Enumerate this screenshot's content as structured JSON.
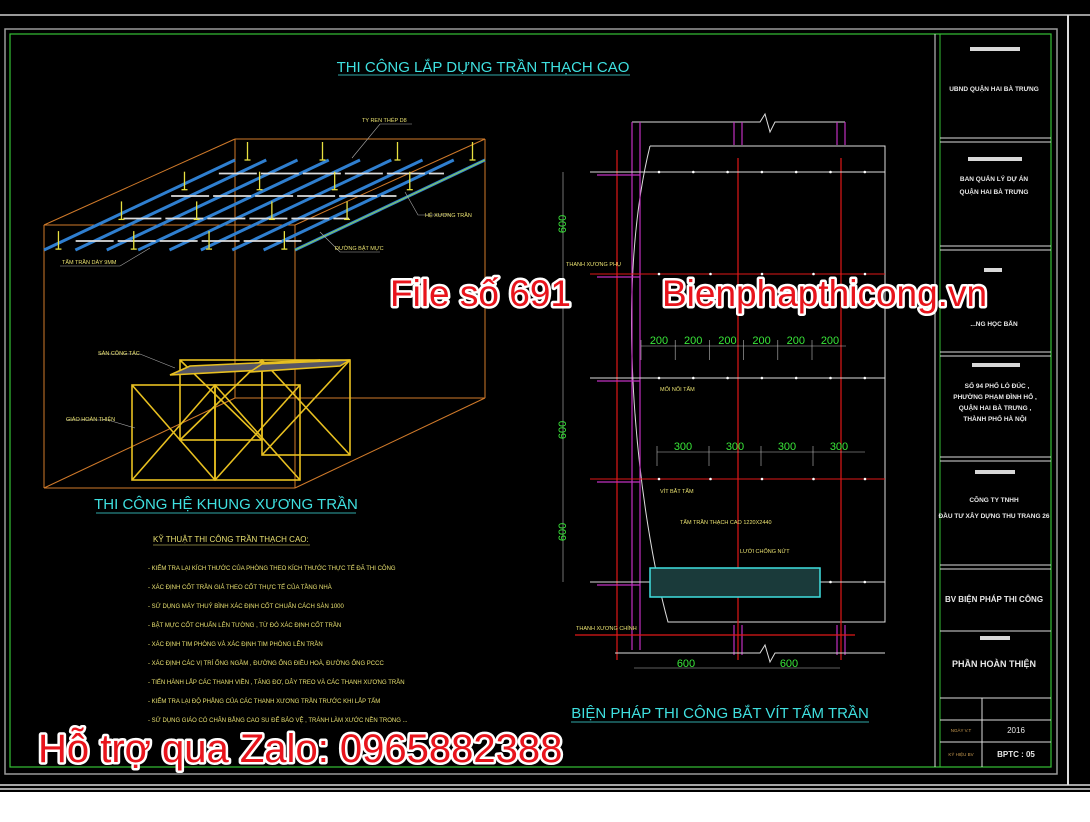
{
  "colors": {
    "background": "#000000",
    "frame": "#9a9a9a",
    "border": "#36c236",
    "title": "#3fe0e0",
    "label": "#e8e070",
    "dimension": "#39e639",
    "box": "#d07a2a",
    "scaffold": "#e8c020",
    "ceiling_bar": "#2f7fd0",
    "main_rail": "#e01818",
    "hanger": "#c030c0",
    "watermark": "#e8141c"
  },
  "left_drawing": {
    "top_title": "THI CÔNG LẮP DỰNG TRẦN THẠCH CAO",
    "labels": {
      "hanger_rod": "TY REN THÉP D8",
      "ceiling_frame": "HỆ XƯƠNG TRẦN",
      "ink_line": "ĐƯỜNG BẬT MỰC",
      "ceiling_board": "TẤM TRẦN DÀY 9MM",
      "work_platform": "SÀN CÔNG TÁC",
      "finishing_scaffold": "GIÁO HOÀN THIỆN"
    },
    "subtitle": "THI CÔNG HỆ KHUNG XƯƠNG TRẦN",
    "notes_heading": "KỸ THUẬT THI CÔNG TRẦN THẠCH CAO:",
    "notes": [
      "- KIỂM TRA LẠI KÍCH THƯỚC CỦA PHÒNG THEO KÍCH THƯỚC THỰC TẾ ĐÃ THI CÔNG",
      "- XÁC ĐỊNH CỐT TRẦN GIẢ THEO CỐT THỰC TẾ CỦA TẦNG NHÀ",
      "- SỬ DỤNG MÁY THUỶ BÌNH XÁC ĐỊNH CỐT CHUẨN CÁCH SÀN 1000",
      "- BẬT MỰC CỐT CHUẨN LÊN TƯỜNG , TỪ ĐÓ XÁC ĐỊNH CỐT TRẦN",
      "- XÁC ĐỊNH TIM PHÒNG VÀ XÁC ĐỊNH TIM PHÒNG LÊN TRẦN",
      "- XÁC ĐỊNH CÁC VỊ TRÍ ỐNG NGẦM , ĐƯỜNG ỐNG ĐIỀU HOÀ, ĐƯỜNG ỐNG PCCC",
      "- TIẾN HÀNH LẮP CÁC THANH VIỀN , TĂNG ĐƠ, DÂY TREO VÀ CÁC THANH XƯƠNG TRẦN",
      "- KIỂM TRA LẠI ĐỘ PHẲNG CỦA CÁC THANH XƯƠNG TRẦN TRƯỚC KHI LẮP TẤM",
      "- SỬ DỤNG GIÁO CÓ CHÂN BẰNG CAO SU ĐỂ BẢO VỆ , TRÁNH LÀM XƯỚC NỀN TRONG ..."
    ]
  },
  "right_drawing": {
    "labels": {
      "secondary_rail": "THANH XƯƠNG PHỤ",
      "board_joint": "MỐI NỐI TẤM",
      "board_screw": "VÍT BẮT TẤM",
      "gypsum_board": "TẤM TRẦN THẠCH CAO 1220X2440",
      "anti_crack_mesh": "LƯỚI CHỐNG NỨT",
      "main_rail": "THANH XƯƠNG CHÍNH"
    },
    "vertical_dims": [
      "600",
      "600",
      "600"
    ],
    "screw_spacing_dims": [
      "200",
      "200",
      "200",
      "200",
      "200",
      "200"
    ],
    "joint_spacing_dims": [
      "300",
      "300",
      "300",
      "300"
    ],
    "bottom_dims": [
      "600",
      "600"
    ],
    "title": "BIỆN PHÁP THI CÔNG BẮT VÍT TẤM TRẦN"
  },
  "title_block": {
    "owner": "UBND QUẬN HAI BÀ TRƯNG",
    "project_manager": [
      "BAN QUẢN LÝ DỰ ÁN",
      "QUẬN HAI BÀ TRƯNG"
    ],
    "project_partial": "...NG HỌC BẮN",
    "address": [
      "SỐ 94 PHỐ LÒ ĐÚC ,",
      "PHƯỜNG PHẠM ĐÌNH HỔ ,",
      "QUẬN HAI BÀ TRƯNG ,",
      "THÀNH PHỐ HÀ NỘI"
    ],
    "contractor": [
      "CÔNG TY TNHH",
      "ĐẦU TƯ XÂY DỰNG THU TRANG 26"
    ],
    "drawing_name": "BV BIỆN PHÁP THI CÔNG",
    "section": "PHẦN HOÀN THIỆN",
    "date_label": "NGÀY V.T",
    "date_value": "2016",
    "sheet_label": "KÝ HIỆU BV",
    "sheet_value": "BPTC : 05"
  },
  "watermarks": {
    "file": "File số 691",
    "site": "Bienphapthicong.vn",
    "support": "Hỗ trợ qua Zalo: 0965882388"
  }
}
